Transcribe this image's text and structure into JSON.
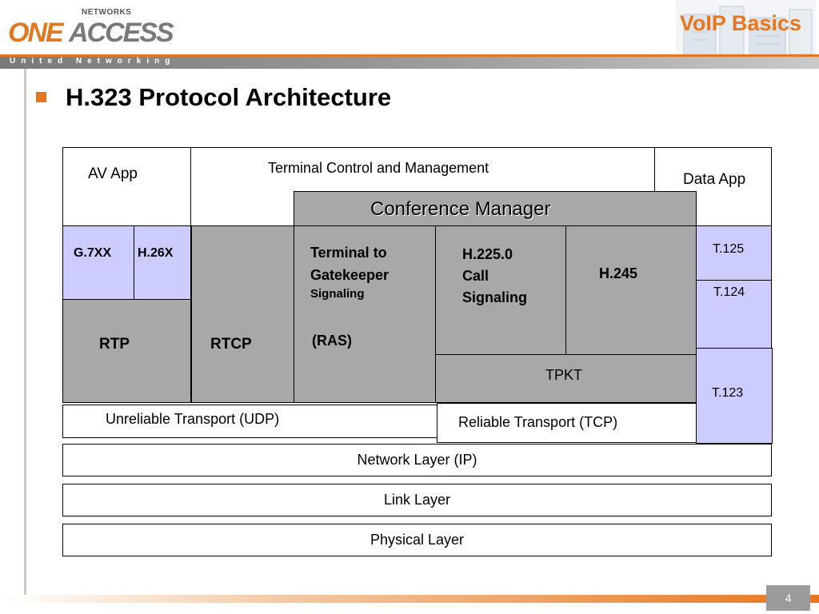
{
  "header": {
    "logo_top": "NETWORKS",
    "logo_one": "ONE",
    "logo_access": "ACCESS",
    "tagline": "United Networking",
    "title": "VoIP Basics"
  },
  "slide": {
    "heading": "H.323 Protocol Architecture",
    "page_number": "4"
  },
  "diagram": {
    "av_app": "AV App",
    "terminal_control": "Terminal Control and Management",
    "data_app": "Data App",
    "conference_manager": "Conference Manager",
    "g7xx": "G.7XX",
    "h26x": "H.26X",
    "rtp": "RTP",
    "rtcp": "RTCP",
    "ras_line1": "Terminal to",
    "ras_line2": "Gatekeeper",
    "ras_line3": "Signaling",
    "ras_line4": "(RAS)",
    "h2250_line1": "H.225.0",
    "h2250_line2": "Call",
    "h2250_line3": "Signaling",
    "h245": "H.245",
    "tpkt": "TPKT",
    "t125": "T.125",
    "t124": "T.124",
    "t123": "T.123",
    "udp": "Unreliable Transport  (UDP)",
    "tcp": "Reliable Transport  (TCP)",
    "network": "Network Layer  (IP)",
    "link": "Link Layer",
    "physical": "Physical Layer"
  },
  "colors": {
    "accent_orange": "#e8761d",
    "box_gray": "#a8a8a8",
    "box_lavender": "#ccccff"
  }
}
